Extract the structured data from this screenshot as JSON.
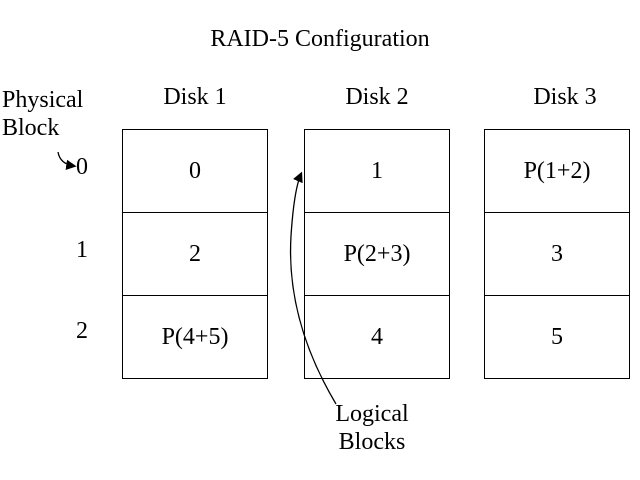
{
  "diagram": {
    "title": "RAID-5 Configuration",
    "physical_block_label_line1": "Physical",
    "physical_block_label_line2": "Block",
    "logical_blocks_label_line1": "Logical",
    "logical_blocks_label_line2": "Blocks",
    "rows": [
      "0",
      "1",
      "2"
    ],
    "disks": [
      {
        "label": "Disk 1",
        "blocks": [
          "0",
          "2",
          "P(4+5)"
        ]
      },
      {
        "label": "Disk 2",
        "blocks": [
          "1",
          "P(2+3)",
          "4"
        ]
      },
      {
        "label": "Disk 3",
        "blocks": [
          "P(1+2)",
          "3",
          "5"
        ]
      }
    ]
  }
}
